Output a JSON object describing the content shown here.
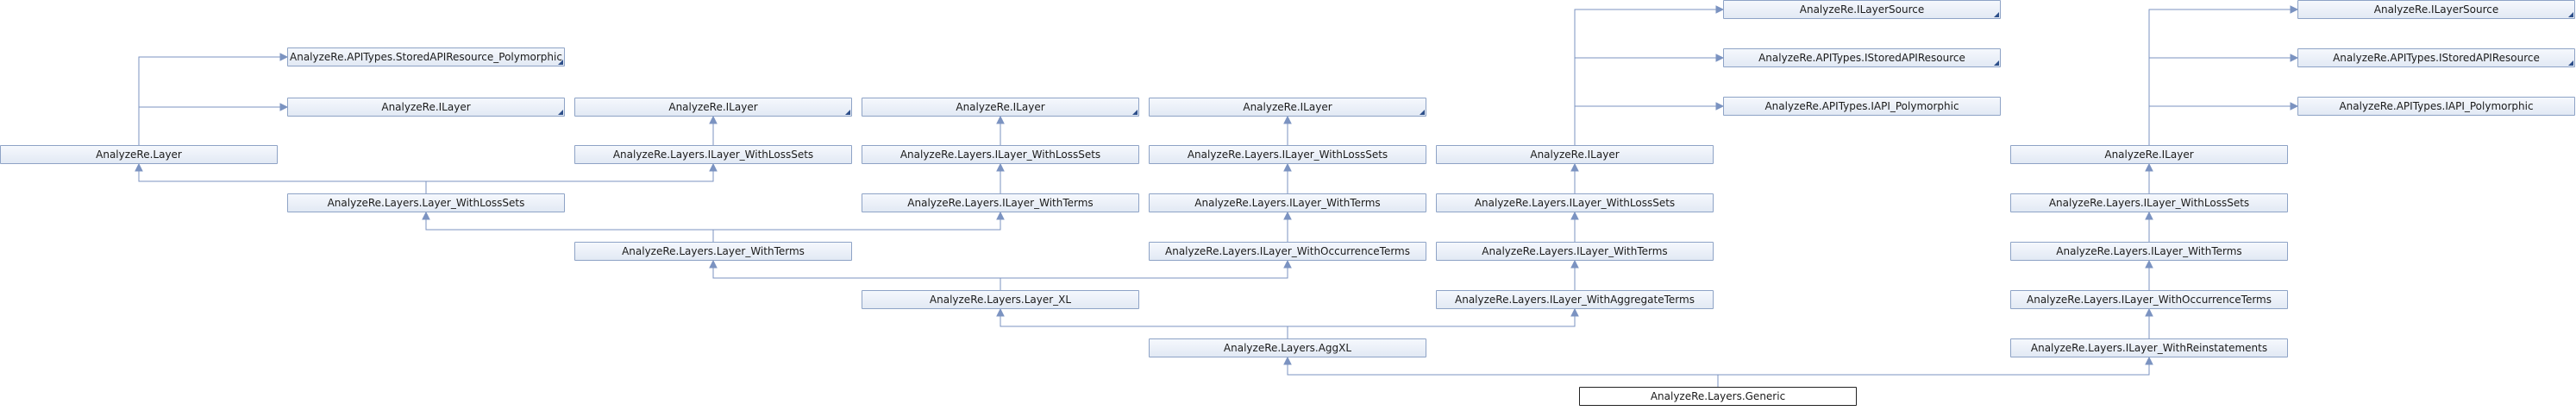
{
  "diagram": {
    "nodes": {
      "storedPoly": "AnalyzeRe.APITypes.StoredAPIResource_Polymorphic",
      "ilayer1": "AnalyzeRe.ILayer",
      "ilayer2": "AnalyzeRe.ILayer",
      "ilayer3": "AnalyzeRe.ILayer",
      "ilayer4": "AnalyzeRe.ILayer",
      "layer": "AnalyzeRe.Layer",
      "ilwls1": "AnalyzeRe.Layers.ILayer_WithLossSets",
      "ilwls2": "AnalyzeRe.Layers.ILayer_WithLossSets",
      "ilwls3": "AnalyzeRe.Layers.ILayer_WithLossSets",
      "lwls": "AnalyzeRe.Layers.Layer_WithLossSets",
      "ilwt1": "AnalyzeRe.Layers.ILayer_WithTerms",
      "ilwt2": "AnalyzeRe.Layers.ILayer_WithTerms",
      "lwt": "AnalyzeRe.Layers.Layer_WithTerms",
      "ilwot1": "AnalyzeRe.Layers.ILayer_WithOccurrenceTerms",
      "lxl": "AnalyzeRe.Layers.Layer_XL",
      "aggxl": "AnalyzeRe.Layers.AggXL",
      "generic": "AnalyzeRe.Layers.Generic",
      "ilsource1": "AnalyzeRe.ILayerSource",
      "istored1": "AnalyzeRe.APITypes.IStoredAPIResource",
      "iapipoly1": "AnalyzeRe.APITypes.IAPI_Polymorphic",
      "ilayer5": "AnalyzeRe.ILayer",
      "ilwls4": "AnalyzeRe.Layers.ILayer_WithLossSets",
      "ilwt3": "AnalyzeRe.Layers.ILayer_WithTerms",
      "ilwagg": "AnalyzeRe.Layers.ILayer_WithAggregateTerms",
      "ilsource2": "AnalyzeRe.ILayerSource",
      "istored2": "AnalyzeRe.APITypes.IStoredAPIResource",
      "iapipoly2": "AnalyzeRe.APITypes.IAPI_Polymorphic",
      "ilayer6": "AnalyzeRe.ILayer",
      "ilwls5": "AnalyzeRe.Layers.ILayer_WithLossSets",
      "ilwt4": "AnalyzeRe.Layers.ILayer_WithTerms",
      "ilwot2": "AnalyzeRe.Layers.ILayer_WithOccurrenceTerms",
      "ilwreins": "AnalyzeRe.Layers.ILayer_WithReinstatements"
    }
  }
}
